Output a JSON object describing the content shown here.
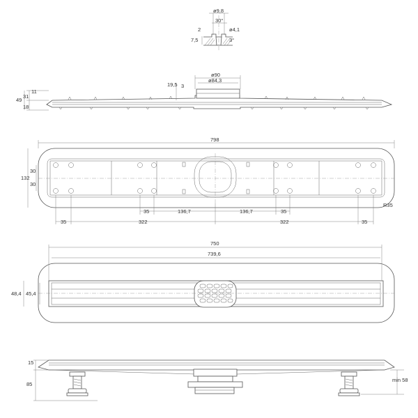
{
  "detail": {
    "d98": "ø9,8",
    "a30": "30°",
    "d41": "ø4,1",
    "d2": "2",
    "d75": "7,5",
    "a3": "3°"
  },
  "side": {
    "h11": "11",
    "h31": "31",
    "h49": "49",
    "h18": "18",
    "h195": "19,5",
    "h3": "3",
    "d90": "ø90",
    "d843": "ø84,3"
  },
  "top": {
    "l798": "798",
    "h132": "132",
    "h30a": "30",
    "h30b": "30",
    "r35": "R35",
    "c35a": "35",
    "c1367a": "136,7",
    "c1367b": "136,7",
    "c35b": "35",
    "b35a": "35",
    "b322a": "322",
    "b322b": "322",
    "b35b": "35"
  },
  "cover": {
    "l750": "750",
    "l7396": "739,6",
    "h484": "48,4",
    "h454": "45,4"
  },
  "front": {
    "h15": "15",
    "h85": "85",
    "min58": "min 58"
  }
}
